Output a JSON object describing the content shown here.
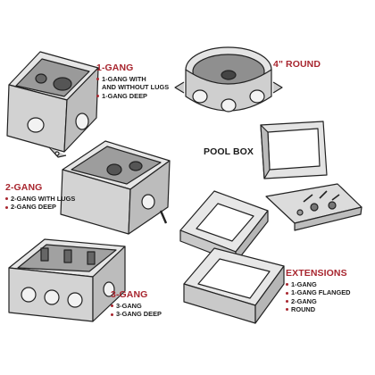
{
  "groups": {
    "one_gang": {
      "heading": "1-GANG",
      "items": [
        "1-GANG WITH",
        "AND WITHOUT LUGS",
        "1-GANG DEEP"
      ]
    },
    "round": {
      "heading": "4\" ROUND"
    },
    "pool_box": {
      "heading": "POOL BOX"
    },
    "two_gang": {
      "heading": "2-GANG",
      "items": [
        "2-GANG WITH LUGS",
        "2-GANG DEEP"
      ]
    },
    "three_gang": {
      "heading": "3-GANG",
      "items": [
        "3-GANG",
        "3-GANG DEEP"
      ]
    },
    "extensions": {
      "heading": "EXTENSIONS",
      "items": [
        "1-GANG",
        "1-GANG FLANGED",
        "2-GANG",
        "ROUND"
      ]
    }
  },
  "colors": {
    "heading_red": "#a8262f",
    "text": "#1a1a1a",
    "line": "#222222"
  }
}
